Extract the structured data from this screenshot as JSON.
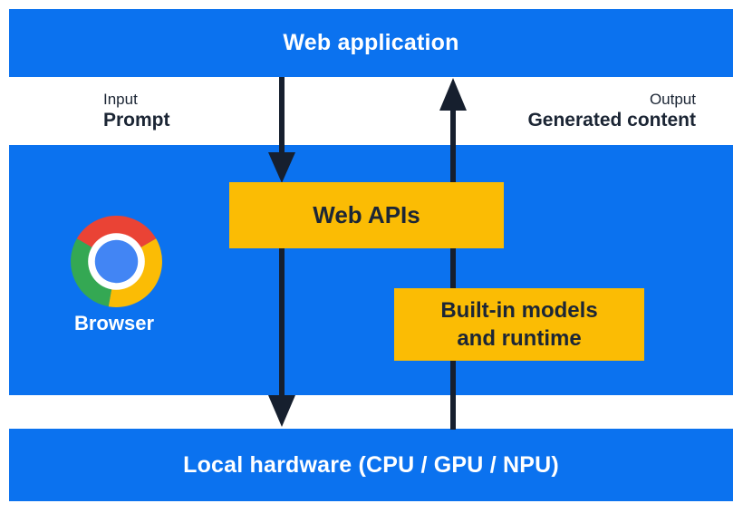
{
  "title_bar": {
    "label": "Web application"
  },
  "io": {
    "input_title": "Input",
    "input_value": "Prompt",
    "output_title": "Output",
    "output_value": "Generated content"
  },
  "browser": {
    "label": "Browser",
    "web_apis": "Web APIs",
    "builtin_line1": "Built-in models",
    "builtin_line2": "and runtime"
  },
  "hardware_bar": {
    "label": "Local hardware (CPU / GPU / NPU)"
  },
  "icons": {
    "browser_logo": "chrome-logo",
    "input_arrow": "arrow-down",
    "output_arrow": "arrow-up"
  },
  "colors": {
    "band_blue": "#0b72ef",
    "box_yellow": "#fbbc04",
    "navy_text": "#1c2636",
    "arrow_navy": "#161f2e",
    "chrome_red": "#ea4335",
    "chrome_yellow": "#fbbc05",
    "chrome_green": "#34a853",
    "chrome_blue": "#4285f4",
    "white": "#ffffff"
  }
}
